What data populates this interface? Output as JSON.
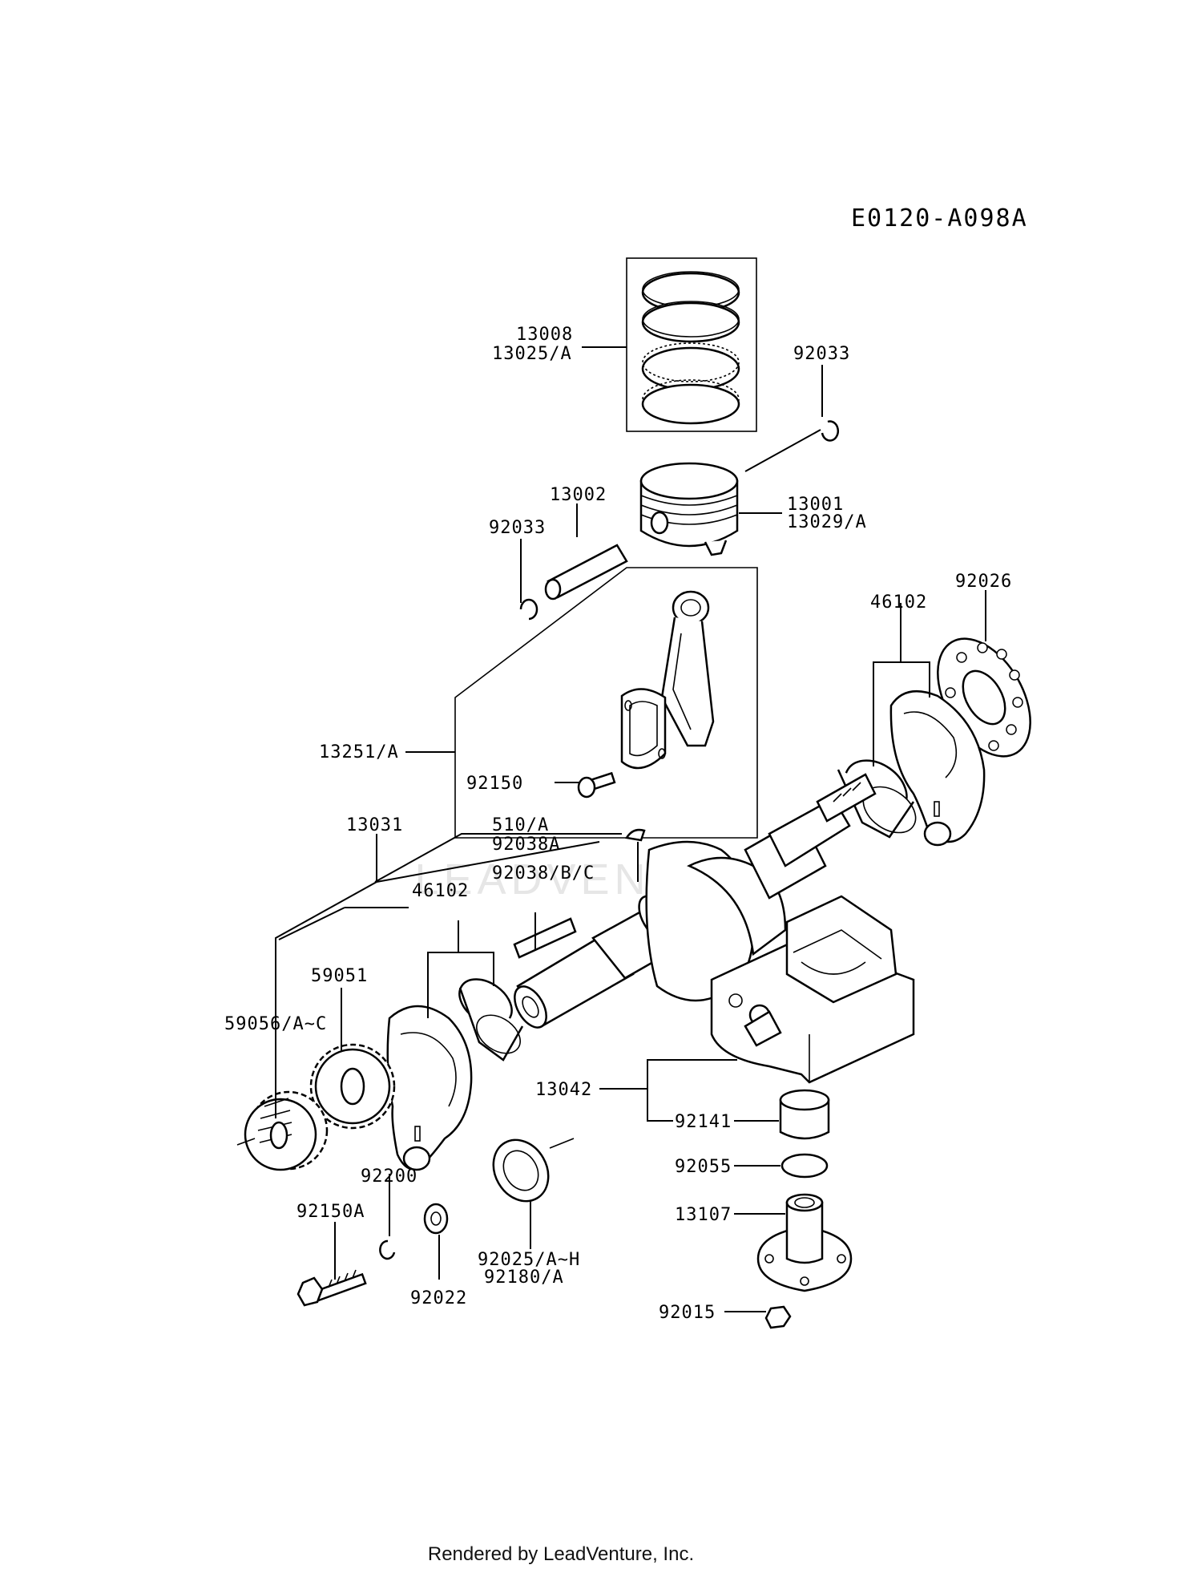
{
  "diagram_code": "E0120-A098A",
  "watermark": "LEADVENTURE",
  "footer": "Rendered by LeadVenture, Inc.",
  "labels": {
    "l13008": "13008",
    "l13025": "13025/A",
    "l92033a": "92033",
    "l13002": "13002",
    "l13001": "13001",
    "l13029": "13029/A",
    "l92033b": "92033",
    "l92026": "92026",
    "l46102a": "46102",
    "l13251": "13251/A",
    "l92150": "92150",
    "l510": "510/A",
    "l92038a": "92038A",
    "l13031": "13031",
    "l92038b": "92038/B/C",
    "l46102b": "46102",
    "l59051": "59051",
    "l59056": "59056/A~C",
    "l13042": "13042",
    "l92141": "92141",
    "l92055": "92055",
    "l92200": "92200",
    "l92150a": "92150A",
    "l13107": "13107",
    "l92025": "92025/A~H",
    "l92180": "92180/A",
    "l92022": "92022",
    "l92015": "92015"
  }
}
